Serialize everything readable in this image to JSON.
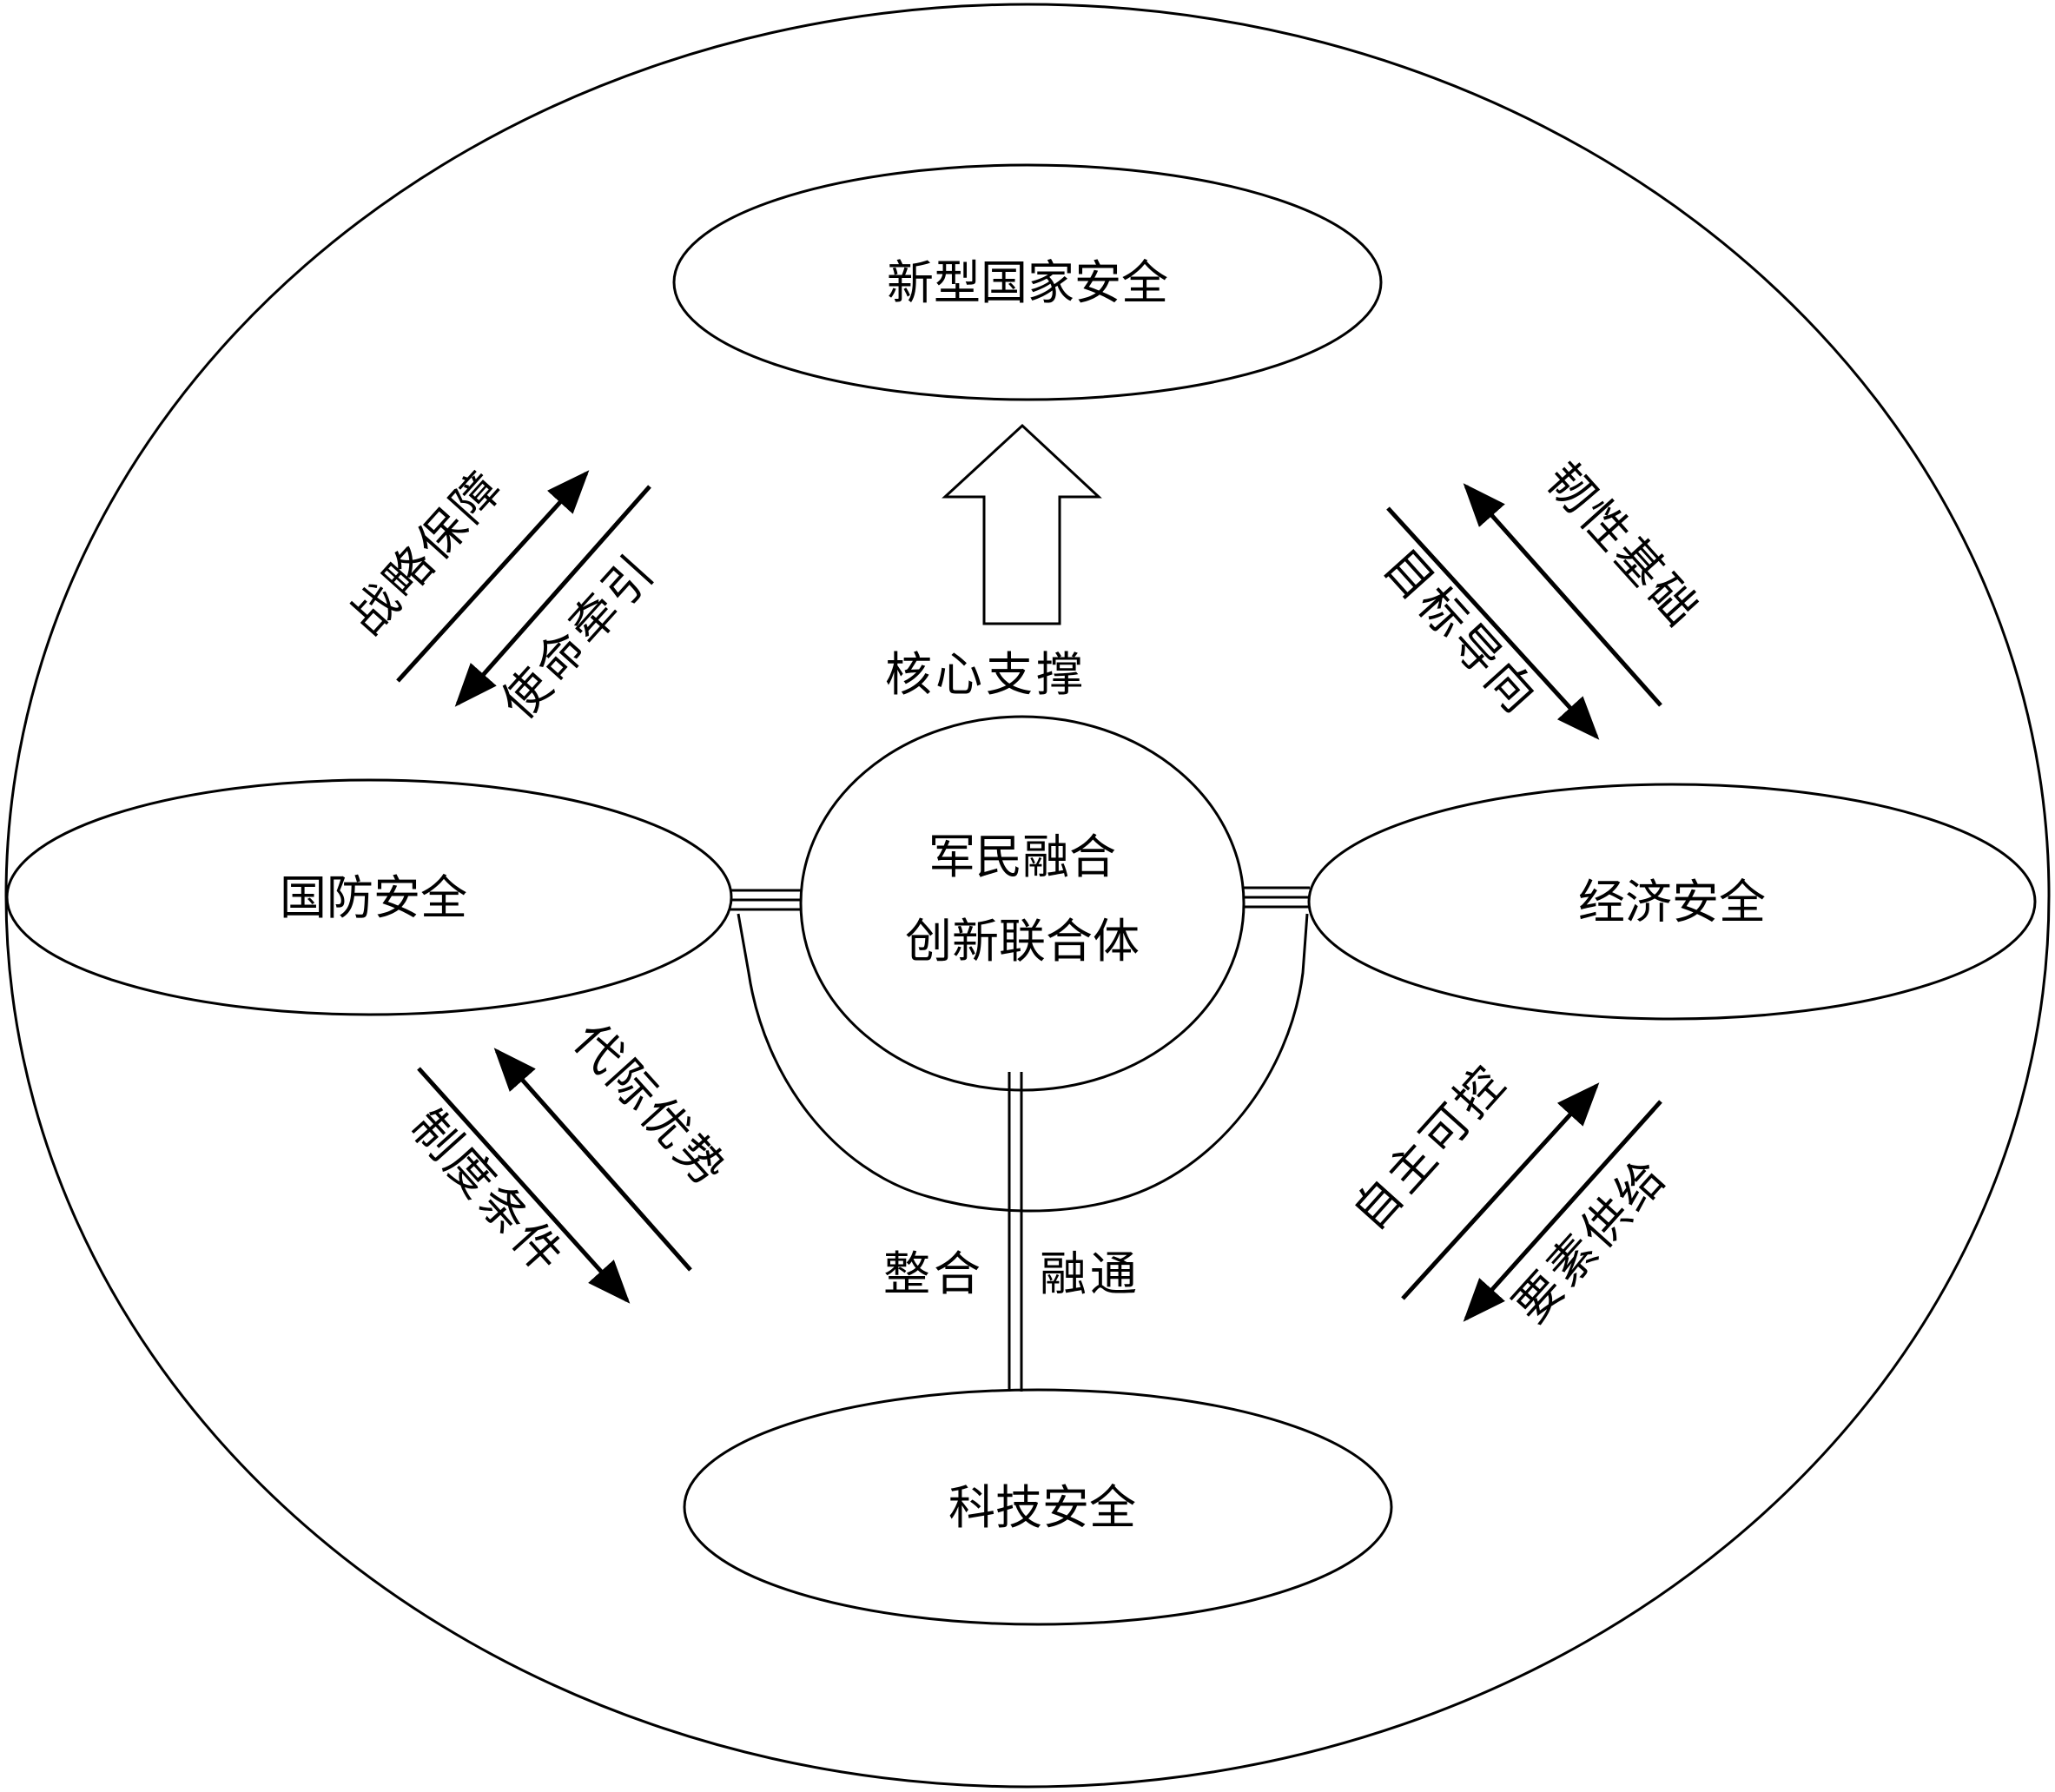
{
  "nodes": {
    "top": "新型国家安全",
    "center_line1": "军民融合",
    "center_line2": "创新联合体",
    "left": "国防安全",
    "right": "经济安全",
    "bottom": "科技安全"
  },
  "labels": {
    "core_support": "核心支撑",
    "strategic_guarantee": "战略保障",
    "mission_traction": "使命牵引",
    "resilience_basis": "韧性基础",
    "goal_orientation": "目标导向",
    "intergenerational_advantage": "代际优势",
    "institutional_conditions": "制度条件",
    "autonomous_control": "自主可控",
    "factor_supply": "要素供给",
    "integration": "整合",
    "fusion": "融通"
  },
  "colors": {
    "stroke": "#000000",
    "background": "#ffffff"
  }
}
